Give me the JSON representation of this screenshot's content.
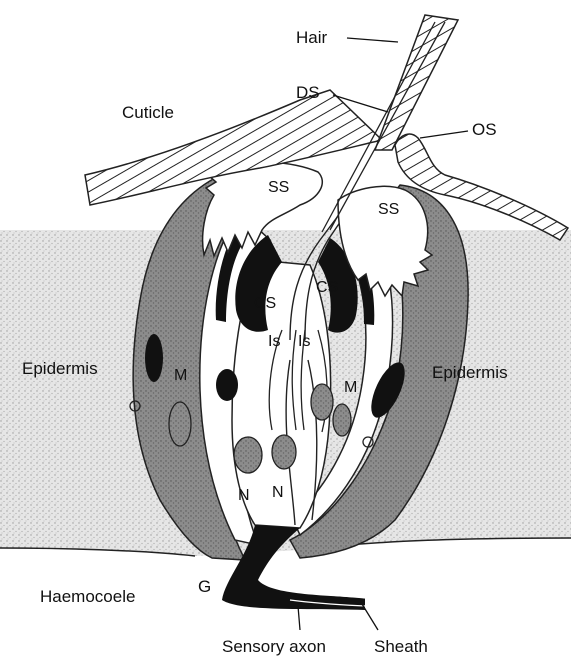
{
  "labels": {
    "hair": "Hair",
    "ds": "DS",
    "cuticle": "Cuticle",
    "os": "OS",
    "ss_left": "SS",
    "ss_right": "SS",
    "cs_left": "CS",
    "cs_right": "CS",
    "is_left": "Is",
    "is_right": "Is",
    "epidermis_left": "Epidermis",
    "epidermis_right": "Epidermis",
    "m_left": "M",
    "m_right": "M",
    "n_left": "N",
    "n_right": "N",
    "haemocoele": "Haemocoele",
    "g": "G",
    "sensory_axon": "Sensory axon",
    "sheath": "Sheath"
  },
  "colors": {
    "stipple_tissue": "#d9d9d9",
    "dark_tissue": "#8a8a8a",
    "black": "#111111",
    "white": "#ffffff"
  }
}
